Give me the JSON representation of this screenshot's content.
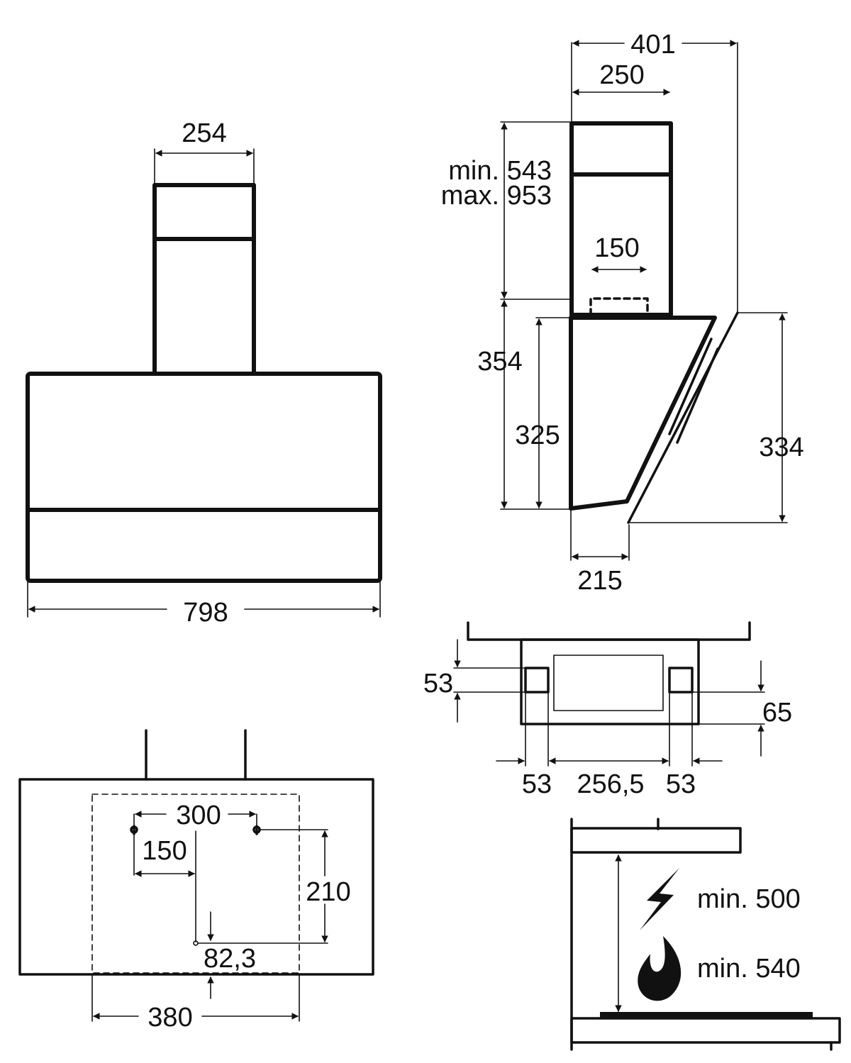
{
  "front_view": {
    "chimney_width": "254",
    "total_width": "798"
  },
  "side_view": {
    "depth_total": "401",
    "chimney_depth": "250",
    "chimney_height_min": "min. 543",
    "chimney_height_max": "max. 953",
    "outlet_diameter": "150",
    "body_height": "354",
    "body_height_rear": "325",
    "glass_height": "334",
    "bottom_depth": "215"
  },
  "top_view": {
    "offset_top": "53",
    "offset_right": "65",
    "bracket_left": "53",
    "bracket_spacing": "256,5",
    "bracket_right": "53"
  },
  "mounting_view": {
    "hole_spacing": "300",
    "hole_half": "150",
    "vertical": "210",
    "lower_offset": "82,3",
    "width": "380"
  },
  "installation_height": {
    "electric_label": "min. 500",
    "gas_label": "min. 540",
    "electric_icon": "lightning-icon",
    "gas_icon": "flame-icon"
  }
}
